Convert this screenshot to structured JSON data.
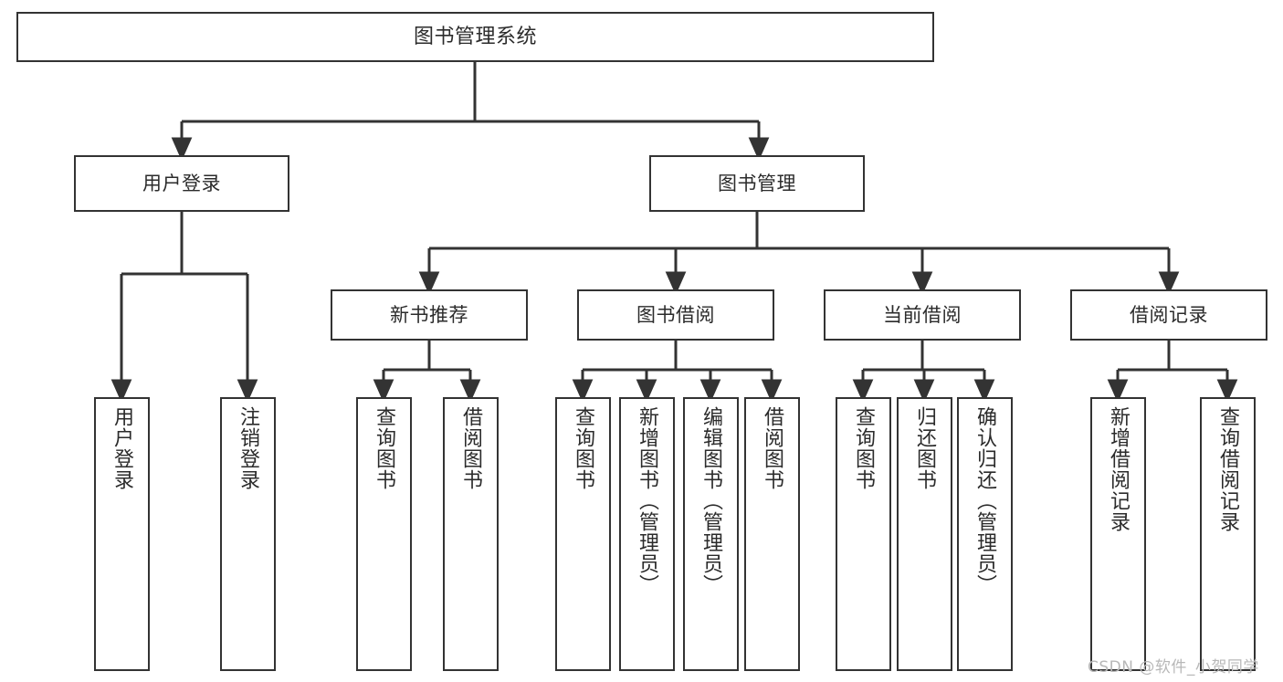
{
  "diagram": {
    "title": "图书管理系统",
    "type": "tree-hierarchy",
    "colors": {
      "stroke": "#333333",
      "fill": "#ffffff",
      "text": "#2b2b2b",
      "watermark": "#b8b8b8"
    },
    "levels": {
      "root": {
        "label": "图书管理系统"
      },
      "level2": [
        {
          "label": "用户登录"
        },
        {
          "label": "图书管理"
        }
      ],
      "level3": [
        {
          "label": "新书推荐"
        },
        {
          "label": "图书借阅"
        },
        {
          "label": "当前借阅"
        },
        {
          "label": "借阅记录"
        }
      ],
      "leaves": [
        {
          "label": "用户登录",
          "parent": "用户登录"
        },
        {
          "label": "注销登录",
          "parent": "用户登录"
        },
        {
          "label": "查询图书",
          "parent": "新书推荐"
        },
        {
          "label": "借阅图书",
          "parent": "新书推荐"
        },
        {
          "label": "查询图书",
          "parent": "图书借阅"
        },
        {
          "label": "新增图书（管理员）",
          "parent": "图书借阅"
        },
        {
          "label": "编辑图书（管理员）",
          "parent": "图书借阅"
        },
        {
          "label": "借阅图书",
          "parent": "图书借阅"
        },
        {
          "label": "查询图书",
          "parent": "当前借阅"
        },
        {
          "label": "归还图书",
          "parent": "当前借阅"
        },
        {
          "label": "确认归还（管理员）",
          "parent": "当前借阅"
        },
        {
          "label": "新增借阅记录",
          "parent": "借阅记录"
        },
        {
          "label": "查询借阅记录",
          "parent": "借阅记录"
        }
      ]
    },
    "watermark": "CSDN @软件_小贺同学"
  }
}
